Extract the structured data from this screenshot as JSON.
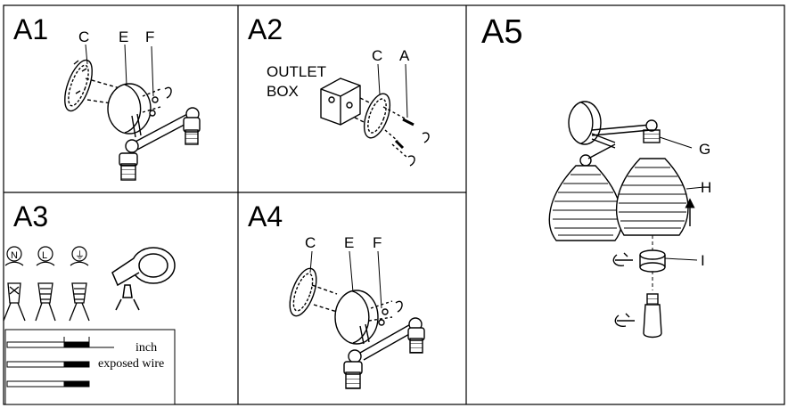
{
  "panels": {
    "a1": {
      "title": "A1",
      "labels": [
        "C",
        "E",
        "F"
      ]
    },
    "a2": {
      "title": "A2",
      "labels": [
        "OUTLET",
        "BOX",
        "C",
        "A"
      ]
    },
    "a3": {
      "title": "A3",
      "symbols": [
        "N",
        "L",
        "⏚"
      ],
      "strip_note": [
        "inch",
        "exposed wire"
      ]
    },
    "a4": {
      "title": "A4",
      "labels": [
        "C",
        "E",
        "F"
      ]
    },
    "a5": {
      "title": "A5",
      "labels": [
        "G",
        "H",
        "I"
      ]
    }
  },
  "colors": {
    "line": "#000000",
    "paper": "#ffffff"
  }
}
